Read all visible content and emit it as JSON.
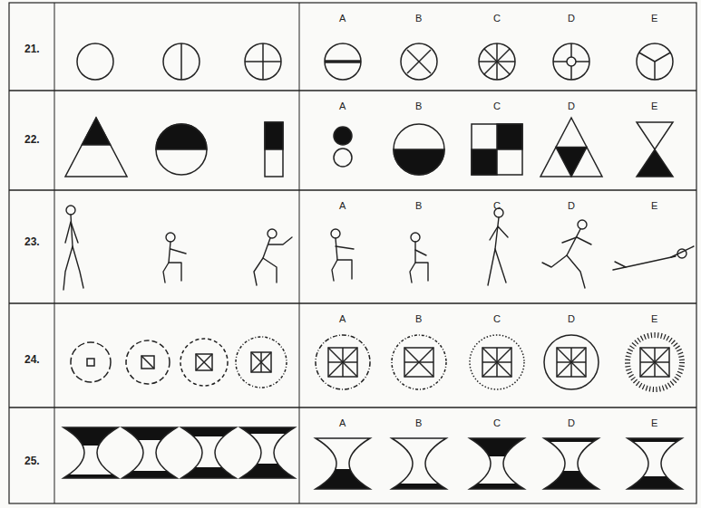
{
  "diagram": {
    "labels": [
      "21.",
      "A",
      "B",
      "C",
      "D",
      "E",
      "22.",
      "A",
      "B",
      "C",
      "D",
      "E",
      "23.",
      "A",
      "B",
      "C",
      "D",
      "E",
      "24.",
      "A",
      "B",
      "C",
      "D",
      "E",
      "25.",
      "A",
      "B",
      "C",
      "D",
      "E"
    ]
  }
}
